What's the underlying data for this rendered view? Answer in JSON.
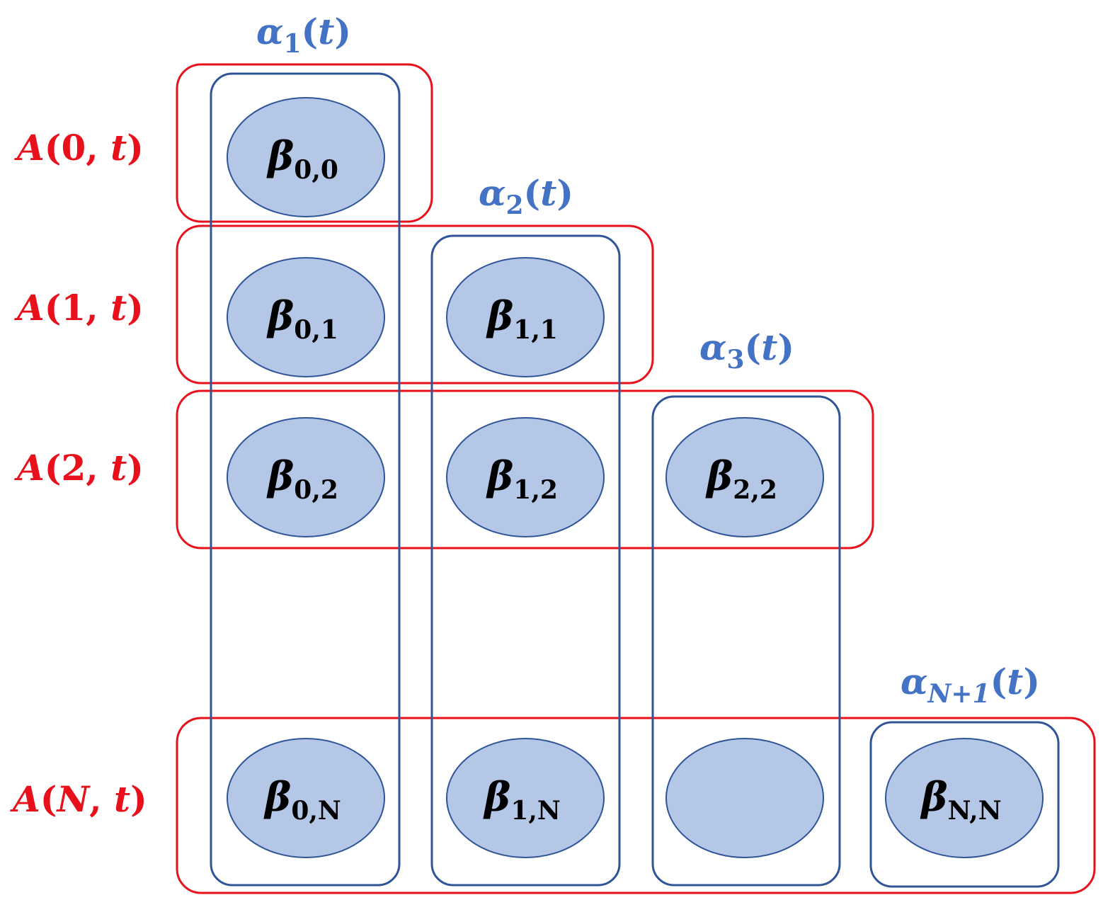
{
  "colors": {
    "row_box": "#e8111b",
    "col_box": "#2f5597",
    "node_fill": "#b4c7e7",
    "node_stroke": "#2f5597",
    "row_text": "#e8111b",
    "col_text": "#4472c4",
    "node_text": "#000000"
  },
  "row_labels": [
    {
      "name": "A",
      "arg": "0",
      "var": "t"
    },
    {
      "name": "A",
      "arg": "1",
      "var": "t"
    },
    {
      "name": "A",
      "arg": "2",
      "var": "t"
    },
    {
      "name": "A",
      "arg": "N",
      "var": "t"
    }
  ],
  "column_labels": [
    {
      "name": "α",
      "sub": "1",
      "var": "t"
    },
    {
      "name": "α",
      "sub": "2",
      "var": "t"
    },
    {
      "name": "α",
      "sub": "3",
      "var": "t"
    },
    {
      "name": "α",
      "sub": "N+1",
      "var": "t"
    }
  ],
  "nodes": [
    {
      "name": "β",
      "sub": "0,0"
    },
    {
      "name": "β",
      "sub": "0,1"
    },
    {
      "name": "β",
      "sub": "1,1"
    },
    {
      "name": "β",
      "sub": "0,2"
    },
    {
      "name": "β",
      "sub": "1,2"
    },
    {
      "name": "β",
      "sub": "2,2"
    },
    {
      "name": "β",
      "sub": "0,N"
    },
    {
      "name": "β",
      "sub": "1,N"
    },
    {
      "name": "",
      "sub": ""
    },
    {
      "name": "β",
      "sub": "N,N"
    }
  ]
}
